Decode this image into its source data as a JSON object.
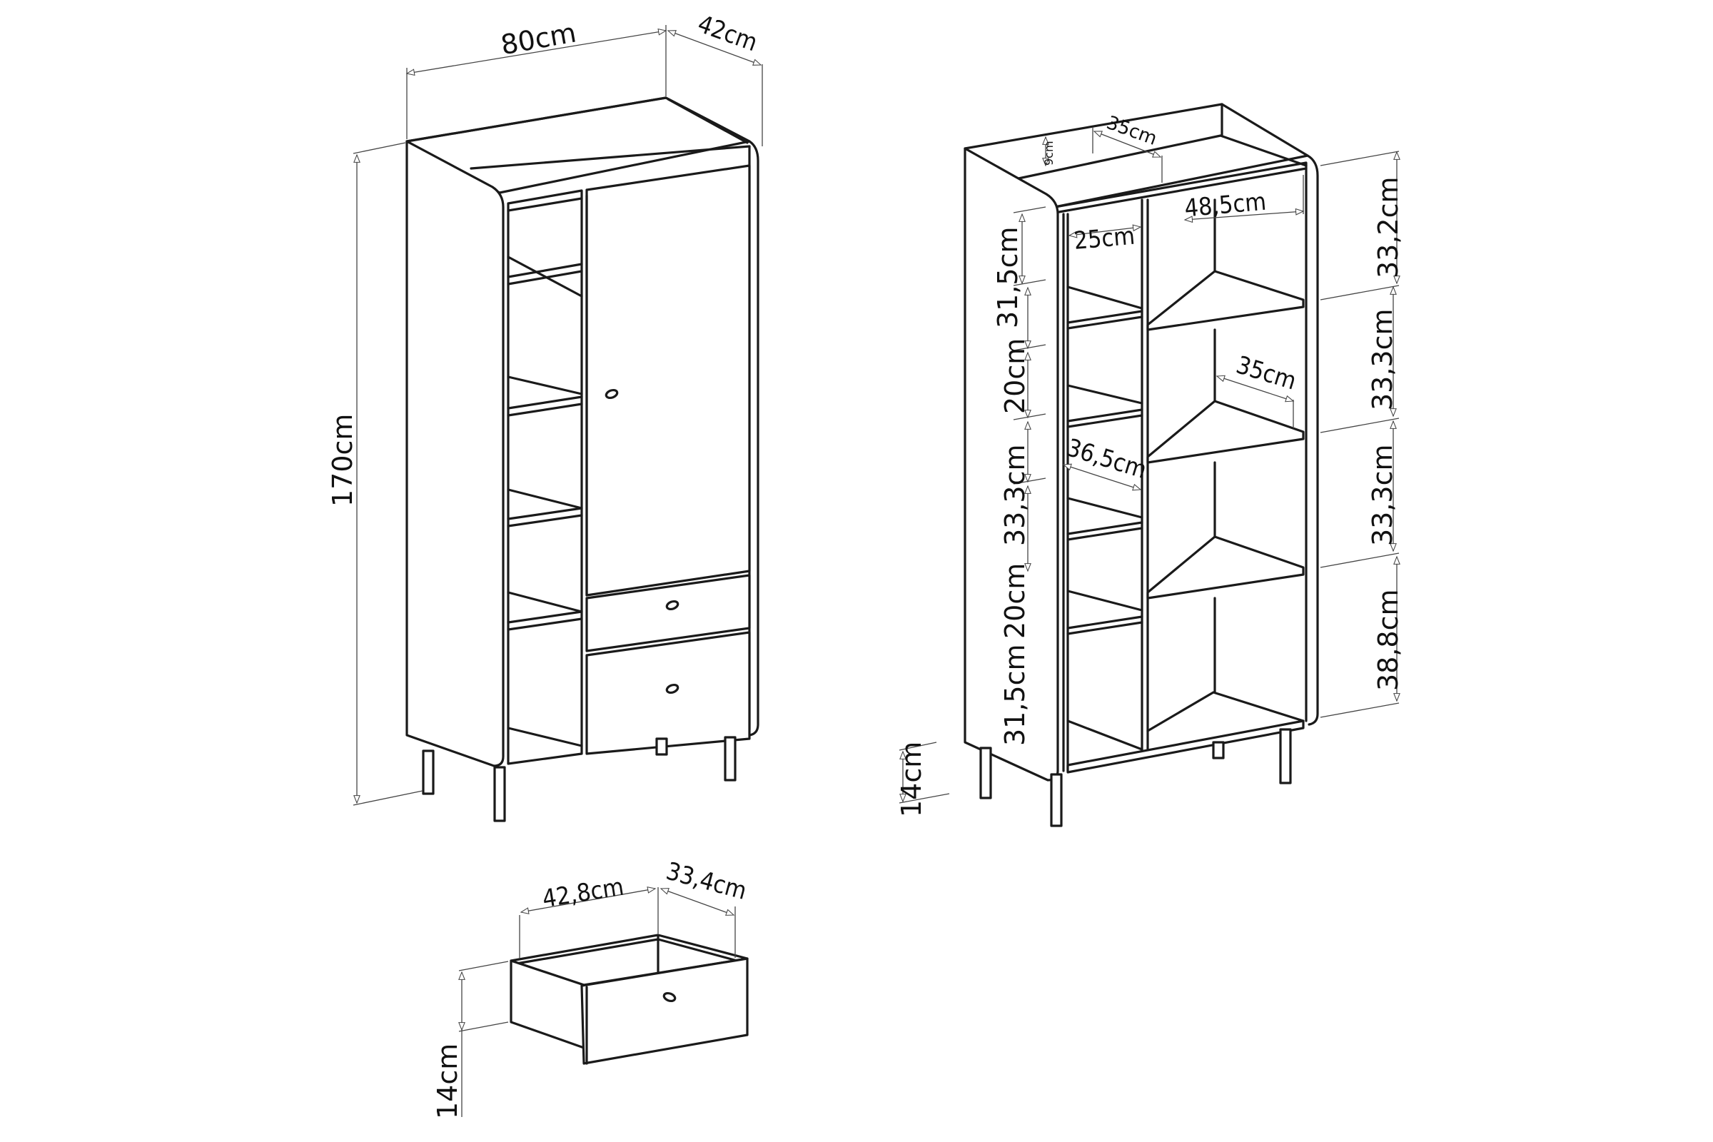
{
  "colors": {
    "line": "#1a1a1a",
    "dimension": "#444444",
    "background": "#ffffff"
  },
  "wardrobe": {
    "width_label": "80cm",
    "depth_label": "42cm",
    "height_label": "170cm"
  },
  "bookcase": {
    "top_depth_label": "35cm",
    "top_rail_label": "9cm",
    "right_width_label": "48,5cm",
    "left_width_label": "25cm",
    "shelf_depth_label": "35cm",
    "left_depth_label": "36,5cm",
    "leg_height_label": "14cm",
    "left_heights": [
      "31,5cm",
      "20cm",
      "33,3cm",
      "20cm",
      "31,5cm"
    ],
    "right_heights": [
      "33,2cm",
      "33,3cm",
      "33,3cm",
      "38,8cm"
    ]
  },
  "drawer": {
    "width_label": "42,8cm",
    "depth_label": "33,4cm",
    "height_label": "14cm"
  }
}
